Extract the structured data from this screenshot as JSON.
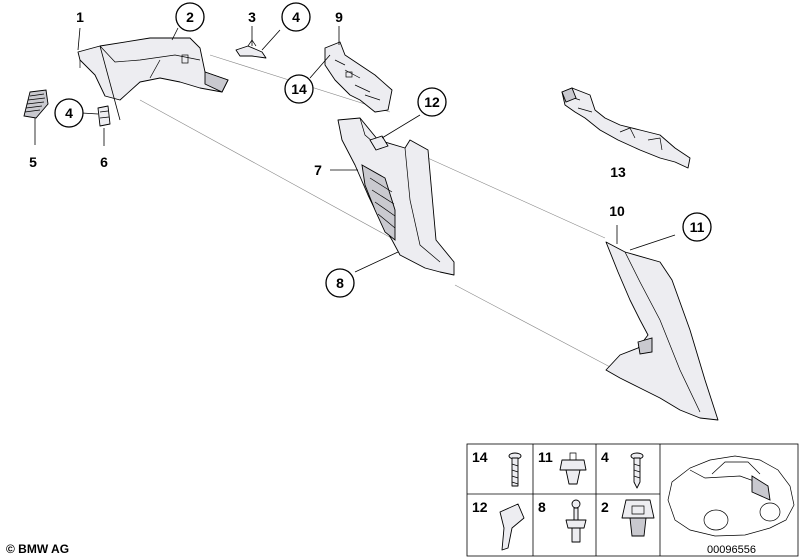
{
  "diagram": {
    "labels": {
      "p1": "1",
      "p2": "2",
      "p3": "3",
      "p4a": "4",
      "p4b": "4",
      "p5": "5",
      "p6": "6",
      "p7": "7",
      "p8": "8",
      "p9": "9",
      "p10": "10",
      "p11": "11",
      "p12": "12",
      "p13": "13",
      "p14": "14"
    },
    "fastener_table": {
      "row1": [
        "14",
        "11",
        "4"
      ],
      "row2": [
        "12",
        "8",
        "2"
      ]
    },
    "copyright": "© BMW AG",
    "image_number": "00096556"
  }
}
